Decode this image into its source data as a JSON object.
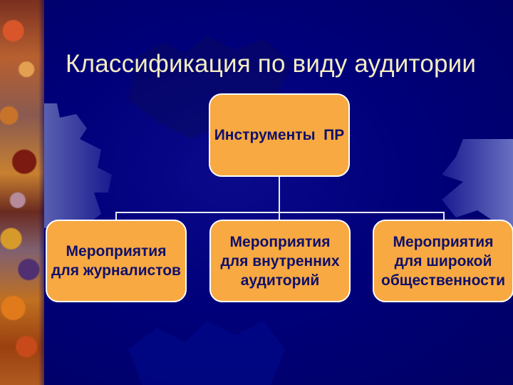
{
  "slide": {
    "title": "Классификация по виду аудитории",
    "colors": {
      "background": "#00007a",
      "title_text": "#f4ecc2",
      "node_fill": "#f8a941",
      "node_border": "#ffffff",
      "node_text": "#10106a",
      "connector": "#e8e8f0",
      "gear_light": "#5a60b0"
    }
  },
  "diagram": {
    "root": {
      "label": "Инструменты  ПР"
    },
    "children": [
      {
        "label": "Мероприятия\nдля журналистов"
      },
      {
        "label": "Мероприятия\nдля внутренних\nаудиторий"
      },
      {
        "label": "Мероприятия\nдля широкой\nобщественности"
      }
    ]
  }
}
